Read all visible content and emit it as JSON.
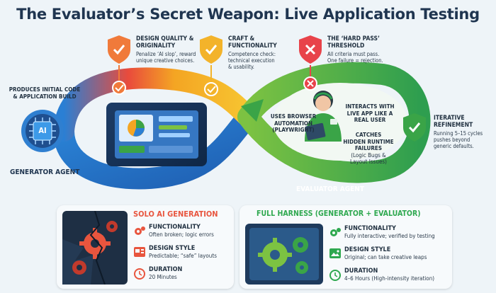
{
  "title": "The Evaluator’s Secret Weapon: Live Application Testing",
  "generator": {
    "caption": [
      "PRODUCES INITIAL CODE",
      "& APPLICATION BUILD"
    ],
    "chip_text": "AI",
    "label": "GENERATOR AGENT"
  },
  "criteria": [
    {
      "title": [
        "DESIGN QUALITY &",
        "ORIGINALITY"
      ],
      "desc": [
        "Penalize ‘AI slop’, reward",
        "unique creative choices."
      ],
      "color": "#f07a3a"
    },
    {
      "title": [
        "CRAFT &",
        "FUNCTIONALITY"
      ],
      "desc": [
        "Competence check:",
        "technical execution",
        "& usability."
      ],
      "color": "#f3b32a"
    },
    {
      "title": [
        "THE ‘HARD PASS’",
        "THRESHOLD"
      ],
      "desc": [
        "All criteria must pass.",
        "One failure = rejection."
      ],
      "color": "#e8434a"
    }
  ],
  "evaluator": {
    "browser": [
      "USES BROWSER",
      "AUTOMATION",
      "(PLAYWRIGHT)"
    ],
    "interacts": [
      "INTERACTS WITH",
      "LIVE APP LIKE A",
      "REAL USER"
    ],
    "catches": [
      "CATCHES",
      "HIDDEN RUNTIME",
      "FAILURES"
    ],
    "catches_sub": [
      "(Logic Bugs &",
      "Layout Issues)"
    ],
    "label": "EVALUATOR AGENT"
  },
  "iterative": {
    "title": [
      "ITERATIVE",
      "REFINEMENT"
    ],
    "desc": [
      "Running 5–15 cycles",
      "pushes beyond",
      "generic defaults."
    ]
  },
  "solo": {
    "header": "SOLO AI GENERATION",
    "accent": "#e8553e",
    "rows": [
      {
        "title": "FUNCTIONALITY",
        "desc": "Often broken; logic errors"
      },
      {
        "title": "DESIGN STYLE",
        "desc": "Predictable; “safe” layouts"
      },
      {
        "title": "DURATION",
        "desc": "20 Minutes"
      }
    ]
  },
  "harness": {
    "header": "FULL HARNESS (GENERATOR + EVALUATOR)",
    "accent": "#2ea84f",
    "rows": [
      {
        "title": "FUNCTIONALITY",
        "desc": "Fully interactive; verified by testing"
      },
      {
        "title": "DESIGN STYLE",
        "desc": "Original; can take creative leaps"
      },
      {
        "title": "DURATION",
        "desc": "4–6 Hours (High-intensity iteration)"
      }
    ]
  }
}
